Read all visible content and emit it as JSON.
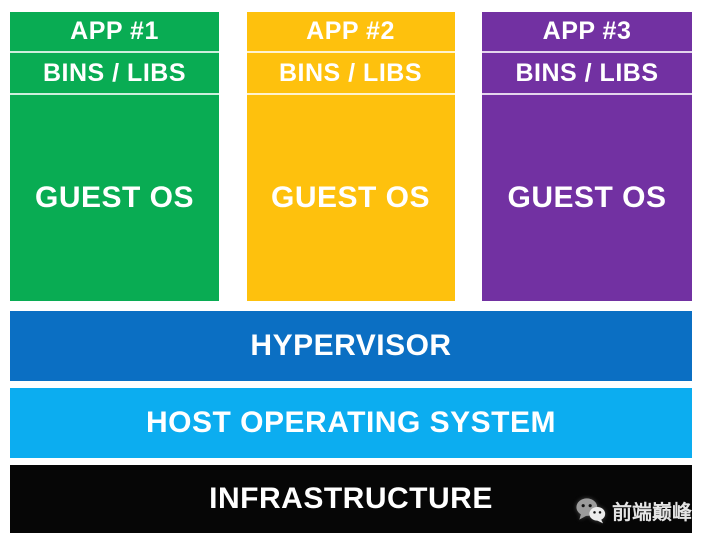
{
  "diagram": {
    "columns": [
      {
        "app_label": "APP #1",
        "bins_label": "BINS / LIBS",
        "os_label": "GUEST OS",
        "color": "#09ac53"
      },
      {
        "app_label": "APP #2",
        "bins_label": "BINS / LIBS",
        "os_label": "GUEST OS",
        "color": "#fec10d"
      },
      {
        "app_label": "APP #3",
        "bins_label": "BINS / LIBS",
        "os_label": "GUEST OS",
        "color": "#7231a2"
      }
    ],
    "layers": [
      {
        "label": "HYPERVISOR",
        "color": "#0b6fc3",
        "text_color": "#ffffff"
      },
      {
        "label": "HOST OPERATING SYSTEM",
        "color": "#0cadf0",
        "text_color": "#ffffff"
      },
      {
        "label": "INFRASTRUCTURE",
        "color": "#060606",
        "text_color": "#ffffff"
      }
    ]
  },
  "watermark": {
    "icon": "wechat-icon",
    "text": "前端巅峰",
    "color": "#e4e4e4"
  }
}
